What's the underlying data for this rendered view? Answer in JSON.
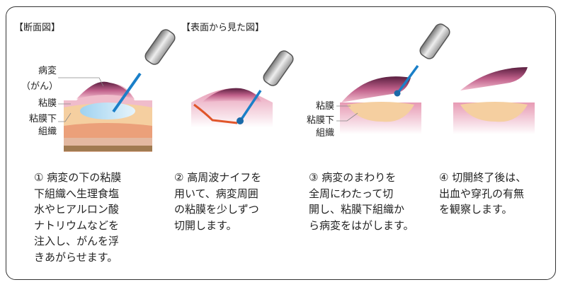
{
  "headers": {
    "cross_section": "【断面図】",
    "surface_view": "【表面から見た図】"
  },
  "labels": {
    "lesion": "病変",
    "cancer": "（がん）",
    "mucosa": "粘膜",
    "submucosa_1": "粘膜下",
    "submucosa_2": "組織",
    "mucosa_p3": "粘膜",
    "submucosa_p3_1": "粘膜下",
    "submucosa_p3_2": "組織"
  },
  "steps": [
    {
      "text": "① 病変の下の粘膜\n 下組織へ生理食塩\n 水やヒアルロン酸\n ナトリウムなどを\n 注入し、がんを浮\n きあがらせます。"
    },
    {
      "text": "② 高周波ナイフを\n 用いて、病変周囲\n の粘膜を少しずつ\n 切開します。"
    },
    {
      "text": "③ 病変のまわりを\n 全周にわたって切\n 開し、粘膜下組織か\n ら病変をはがします。"
    },
    {
      "text": "④ 切開終了後は、\n出血や穿孔の有無\n を観察します。"
    }
  ],
  "colors": {
    "lesion": "#6b2a4a",
    "mucosa": "#f2b6c8",
    "submucosa": "#f5cfa0",
    "injection": "#a9d8f0",
    "knife": "#1a7fc8",
    "cut": "#e0552a"
  }
}
